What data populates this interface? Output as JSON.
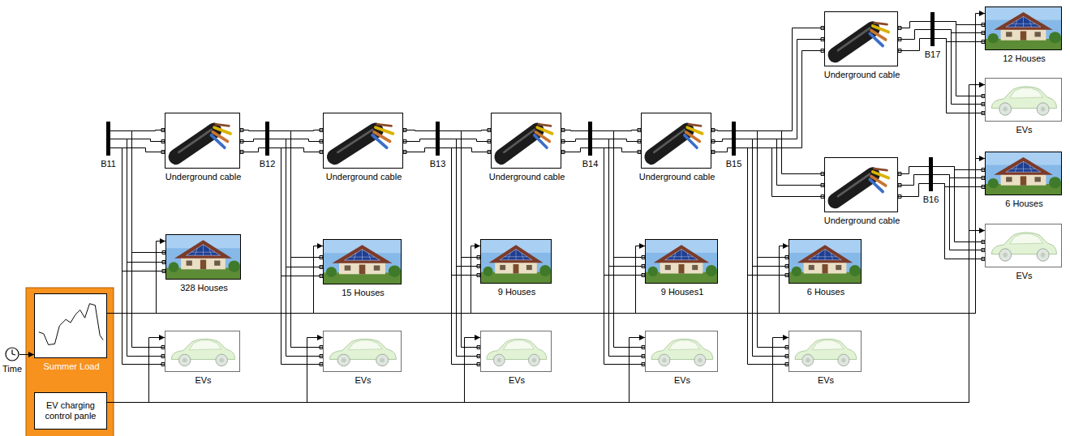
{
  "diagram": {
    "nodes": [
      {
        "text": [
          "B11"
        ]
      },
      {
        "text": [
          "Underground cable"
        ]
      },
      {
        "text": [
          "B12"
        ]
      },
      {
        "text": [
          "Underground cable"
        ]
      },
      {
        "text": [
          "B13"
        ]
      },
      {
        "text": [
          "Underground cable"
        ]
      },
      {
        "text": [
          "B14"
        ]
      },
      {
        "text": [
          "Underground cable"
        ]
      },
      {
        "text": [
          "B15"
        ]
      },
      {
        "text": [
          "Underground cable"
        ]
      },
      {
        "text": [
          "B17"
        ]
      },
      {
        "text": [
          "12 Houses"
        ]
      },
      {
        "text": [
          "EVs"
        ]
      },
      {
        "text": [
          "Underground cable"
        ]
      },
      {
        "text": [
          "B16"
        ]
      },
      {
        "text": [
          "6 Houses"
        ]
      },
      {
        "text": [
          "EVs"
        ]
      },
      {
        "text": [
          "328 Houses"
        ]
      },
      {
        "text": [
          "15 Houses"
        ]
      },
      {
        "text": [
          "9 Houses"
        ]
      },
      {
        "text": [
          "9 Houses1"
        ]
      },
      {
        "text": [
          "6 Houses"
        ]
      },
      {
        "text": [
          "EVs"
        ]
      },
      {
        "text": [
          "EVs"
        ]
      },
      {
        "text": [
          "EVs"
        ]
      },
      {
        "text": [
          "EVs"
        ]
      },
      {
        "text": [
          "EVs"
        ]
      },
      {
        "text": [
          "Time"
        ]
      },
      {
        "text": [
          "Summer Load"
        ]
      },
      {
        "text": [
          "EV charging control panle"
        ]
      }
    ],
    "edges": [
      {
        "from": 0,
        "to": 1,
        "arrow": "none"
      },
      {
        "from": 1,
        "to": 2,
        "arrow": "none"
      },
      {
        "from": 2,
        "to": 3,
        "arrow": "none"
      },
      {
        "from": 3,
        "to": 4,
        "arrow": "none"
      },
      {
        "from": 4,
        "to": 5,
        "arrow": "none"
      },
      {
        "from": 5,
        "to": 6,
        "arrow": "none"
      },
      {
        "from": 6,
        "to": 7,
        "arrow": "none"
      },
      {
        "from": 7,
        "to": 8,
        "arrow": "none"
      },
      {
        "from": 8,
        "to": 9,
        "arrow": "none"
      },
      {
        "from": 9,
        "to": 10,
        "arrow": "none"
      },
      {
        "from": 8,
        "to": 13,
        "arrow": "none"
      },
      {
        "from": 13,
        "to": 14,
        "arrow": "none"
      },
      {
        "from": 0,
        "to": 17,
        "arrow": "none"
      },
      {
        "from": 0,
        "to": 22,
        "arrow": "none"
      },
      {
        "from": 2,
        "to": 18,
        "arrow": "none"
      },
      {
        "from": 2,
        "to": 23,
        "arrow": "none"
      },
      {
        "from": 4,
        "to": 19,
        "arrow": "none"
      },
      {
        "from": 4,
        "to": 24,
        "arrow": "none"
      },
      {
        "from": 6,
        "to": 20,
        "arrow": "none"
      },
      {
        "from": 6,
        "to": 25,
        "arrow": "none"
      },
      {
        "from": 8,
        "to": 21,
        "arrow": "none"
      },
      {
        "from": 8,
        "to": 26,
        "arrow": "none"
      },
      {
        "from": 10,
        "to": 11,
        "arrow": "none"
      },
      {
        "from": 10,
        "to": 12,
        "arrow": "none"
      },
      {
        "from": 14,
        "to": 15,
        "arrow": "none"
      },
      {
        "from": 14,
        "to": 16,
        "arrow": "none"
      },
      {
        "from": 27,
        "to": 28,
        "arrow": "to"
      },
      {
        "from": 28,
        "to": 17,
        "arrow": "to"
      },
      {
        "from": 28,
        "to": 18,
        "arrow": "to"
      },
      {
        "from": 28,
        "to": 19,
        "arrow": "to"
      },
      {
        "from": 28,
        "to": 20,
        "arrow": "to"
      },
      {
        "from": 28,
        "to": 21,
        "arrow": "to"
      },
      {
        "from": 28,
        "to": 11,
        "arrow": "to"
      },
      {
        "from": 28,
        "to": 15,
        "arrow": "to"
      },
      {
        "from": 29,
        "to": 22,
        "arrow": "to"
      },
      {
        "from": 29,
        "to": 23,
        "arrow": "to"
      },
      {
        "from": 29,
        "to": 24,
        "arrow": "to"
      },
      {
        "from": 29,
        "to": 25,
        "arrow": "to"
      },
      {
        "from": 29,
        "to": 26,
        "arrow": "to"
      },
      {
        "from": 29,
        "to": 12,
        "arrow": "to"
      },
      {
        "from": 29,
        "to": 16,
        "arrow": "to"
      }
    ]
  }
}
